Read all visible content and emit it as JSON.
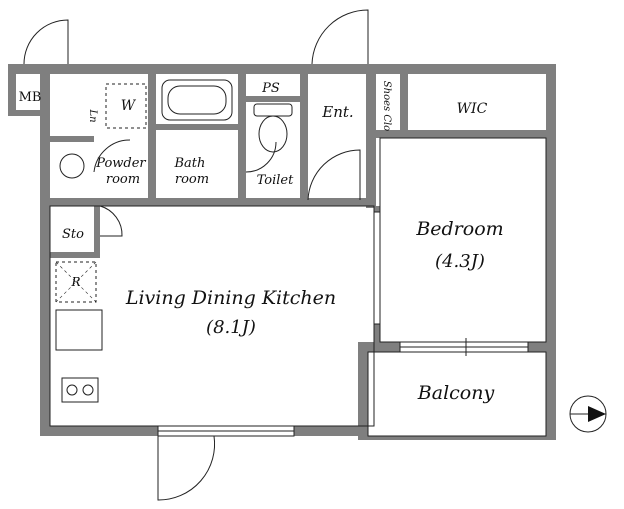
{
  "rooms": {
    "mb": "MB",
    "w": "W",
    "ln": "Ln",
    "ps": "PS",
    "ent": "Ent.",
    "shoes": "Shoes Clo",
    "wic": "WIC",
    "powder": [
      "Powder",
      "room"
    ],
    "bath": [
      "Bath",
      "room"
    ],
    "toilet": "Toilet",
    "sto": "Sto",
    "r": "R",
    "ldk": "Living Dining Kitchen",
    "ldk_size": "(8.1J)",
    "bedroom": "Bedroom",
    "bedroom_size": "(4.3J)",
    "balcony": "Balcony"
  },
  "compass": {
    "icon": "north-arrow-icon"
  }
}
